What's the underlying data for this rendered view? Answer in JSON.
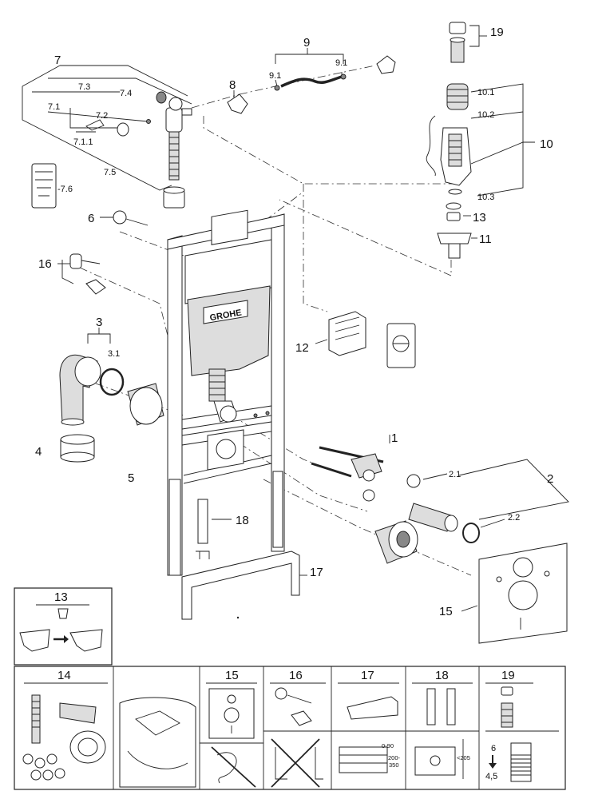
{
  "brand": "GROHE",
  "callouts": {
    "c1": "1",
    "c2": "2",
    "c2_1": "2.1",
    "c2_2": "2.2",
    "c3": "3",
    "c3_1": "3.1",
    "c4": "4",
    "c5": "5",
    "c6": "6",
    "c7": "7",
    "c7_1": "7.1",
    "c7_1_1": "7.1.1",
    "c7_2": "7.2",
    "c7_3": "7.3",
    "c7_4": "7.4",
    "c7_5": "7.5",
    "c7_6": "-7.6",
    "c8": "8",
    "c9": "9",
    "c9_1a": "9.1",
    "c9_1b": "9.1",
    "c10": "10",
    "c10_1": "10.1",
    "c10_2": "10.2",
    "c10_3": "10.3",
    "c11": "11",
    "c12": "12",
    "c13": "13",
    "c15": "15",
    "c16": "16",
    "c17": "17",
    "c18": "18",
    "c19": "19"
  },
  "panels": {
    "p13": "13",
    "p14": "14",
    "p15": "15",
    "p16": "16",
    "p17": "17",
    "p18": "18",
    "p19": "19"
  },
  "dims": {
    "d17_a": "0-90",
    "d17_b": "200-",
    "d17_c": "350",
    "d18": "<205",
    "d19_a": "6",
    "d19_b": "4,5"
  }
}
